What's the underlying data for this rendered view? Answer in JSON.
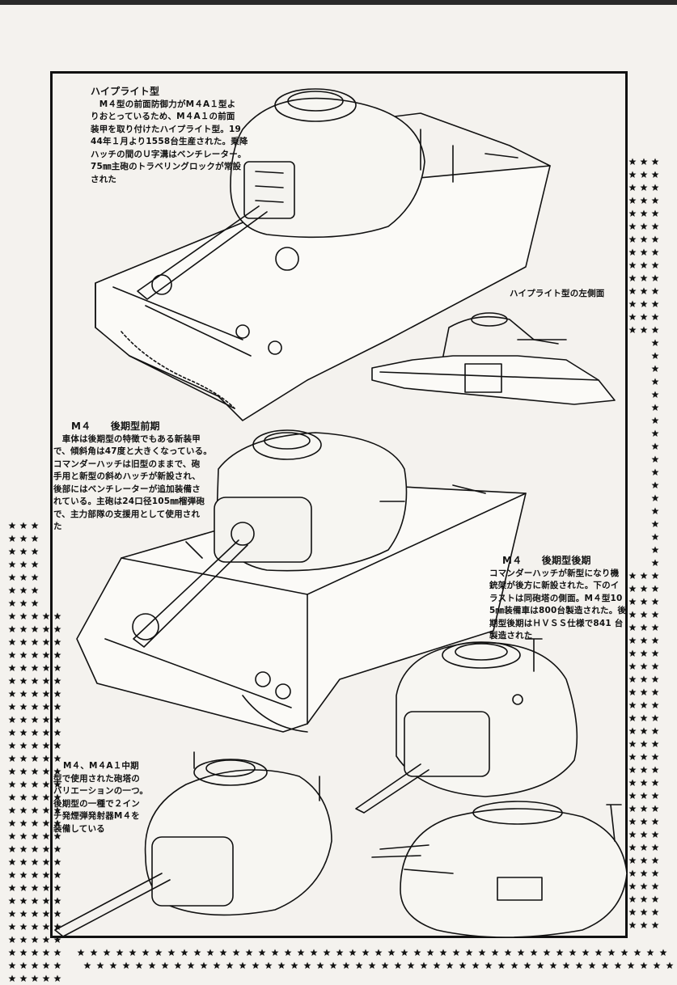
{
  "section1": {
    "title": "ハイプライト型",
    "lines": [
      "　M４型の前面防御力がM４A１型よ",
      "りおとっているため、M４A１の前面",
      "装甲を取り付けたハイプライト型。19",
      "44年１月より1558台生産された。乗降",
      "ハッチの間のＵ字溝はベンチレーター。",
      "75㎜主砲のトラベリングロックが常設",
      "された"
    ]
  },
  "caption_left_side": "ハイプライト型の左側面",
  "section2": {
    "title": "M４　　後期型前期",
    "lines": [
      "　車体は後期型の特徴でもある新装甲",
      "で、傾斜角は47度と大きくなっている。",
      "コマンダーハッチは旧型のままで、砲",
      "手用と新型の斜めハッチが新設され、",
      "後部にはベンチレーターが追加装備さ",
      "れている。主砲は24口径105㎜榴弾砲",
      "で、主力部隊の支援用として使用され",
      "た"
    ]
  },
  "section3": {
    "title": "M４　　後期型後期",
    "lines": [
      "コマンダーハッチが新型になり機",
      "銃架が後方に新設された。下のイ",
      "ラストは同砲塔の側面。M４型10",
      "5㎜装備車は800台製造された。後",
      "期型後期はＨＶＳＳ仕様で841 台",
      "製造された"
    ]
  },
  "section4": {
    "lines": [
      "M４、M４A１中期",
      "型で使用された砲塔の",
      "バリエーションの一つ。",
      "後期型の一種で２イン",
      "チ発煙弾発射器M４を",
      "装備している"
    ]
  }
}
